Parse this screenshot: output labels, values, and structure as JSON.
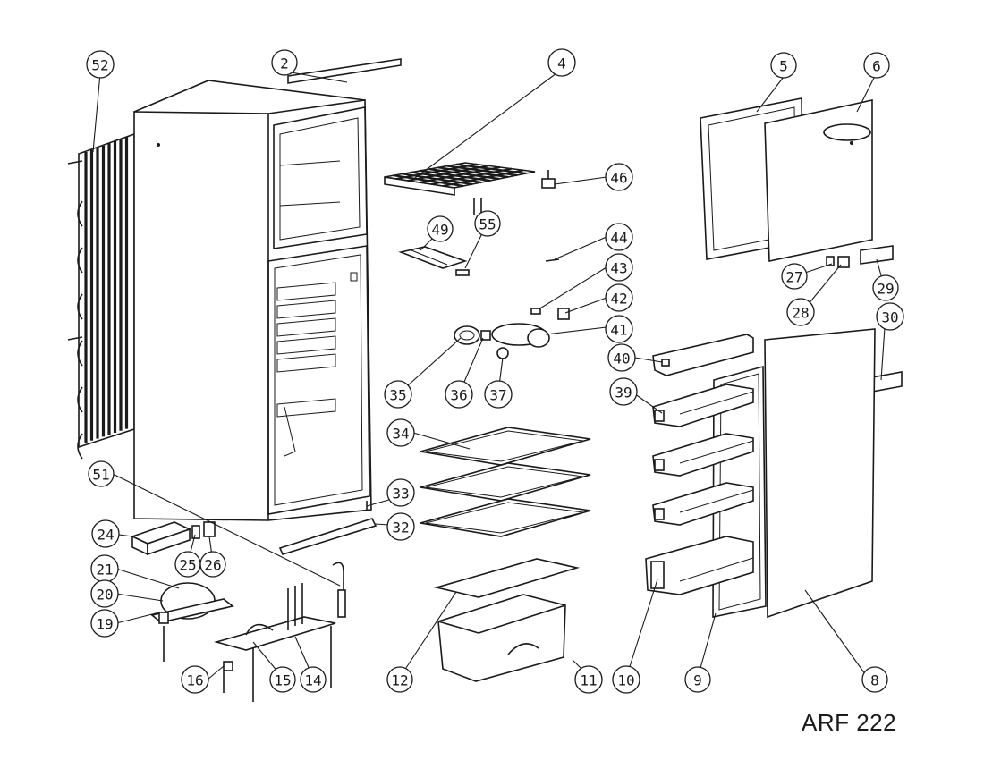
{
  "model": "ARF 222",
  "callouts": {
    "c52": "52",
    "c2": "2",
    "c4": "4",
    "c5": "5",
    "c6": "6",
    "c46": "46",
    "c49": "49",
    "c55": "55",
    "c44": "44",
    "c43": "43",
    "c42": "42",
    "c41": "41",
    "c27": "27",
    "c28": "28",
    "c29": "29",
    "c30": "30",
    "c40": "40",
    "c35": "35",
    "c36": "36",
    "c37": "37",
    "c39": "39",
    "c34": "34",
    "c33": "33",
    "c32": "32",
    "c51": "51",
    "c24": "24",
    "c25": "25",
    "c26": "26",
    "c21": "21",
    "c20": "20",
    "c19": "19",
    "c16": "16",
    "c15": "15",
    "c14": "14",
    "c12": "12",
    "c11": "11",
    "c10": "10",
    "c9": "9",
    "c8": "8"
  }
}
